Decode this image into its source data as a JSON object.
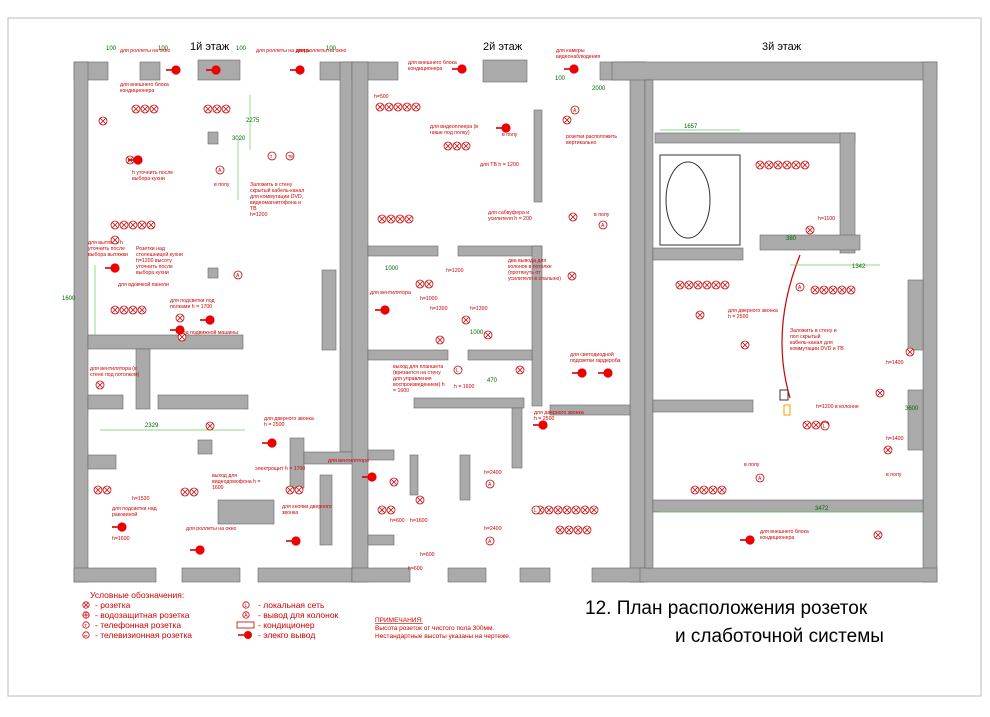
{
  "floors": {
    "f1": "1й этаж",
    "f2": "2й этаж",
    "f3": "3й этаж"
  },
  "title": {
    "line1": "12. План расположения розеток",
    "line2": "и слаботочной системы"
  },
  "legend": {
    "heading": "Условные обозначения:",
    "items": [
      {
        "key": "socket",
        "text": "- розетка"
      },
      {
        "key": "waterproof",
        "text": "- водозащитная розетка"
      },
      {
        "key": "phone",
        "text": "- телефонная розетка"
      },
      {
        "key": "tv",
        "text": "- телевизионная розетка"
      },
      {
        "key": "lan",
        "text": "- локальная сеть"
      },
      {
        "key": "speaker",
        "text": "- вывод для колонок"
      },
      {
        "key": "ac",
        "text": "- кондиционер"
      },
      {
        "key": "power",
        "text": "- элекго вывод"
      }
    ]
  },
  "notes": {
    "heading": "ПРИМЕЧАНИЯ:",
    "line1": "Высота розеток от чистого пола 300мм.",
    "line2": "Нестандартные высоты указаны на чертеже."
  },
  "labels": [
    "для роллеты на окно",
    "для роллеты на дверь",
    "для роллеты на окно",
    "для внешнего блока кондиционера",
    "для внешнего блока кондиционера",
    "для камеры видеонаблюдения",
    "h уточнить после выбора кухни",
    "в полу",
    "Заложить в стену скрытый кабель-канал для коммутации DVD, видеомагнитофона и ТВ",
    "h=1200",
    "для вытяжки h уточнить после выбора вытяжки",
    "Розетки над столешницей кухни h=1200 высоту уточнить после выбора кухни",
    "для вдовчкой панели",
    "для подсветки под полками h = 1700",
    "под подвижной машины",
    "для вентилятора (в стене под потолком)",
    "для дверного звонка h = 2500",
    "выход для видеодомофона h = 1600",
    "электрощит h = 1700",
    "для кнопки дверного звонка",
    "для подсветки над раковиной",
    "h=1600",
    "для роллеты на окно",
    "h=1530",
    "h=500",
    "для видеоплеера (в нише под полку)",
    "в полу",
    "розетки расположить вертикально",
    "для ТВ h = 1200",
    "для сабвуфера и усилителя h = 200",
    "в полу",
    "h=1200",
    "h=1000",
    "для вентилятора",
    "h=1300",
    "h=1300",
    "два вывода для колонок в потолке (протянуть от усилителя в спальню)",
    "выход для планшета (врезается на стену для управления воспроизведением) h = 1600",
    "h = 1600",
    "для светодиодной подсветки гардероба",
    "для дверного звонка h = 2500",
    "для вентилятора",
    "h=2400",
    "h=600",
    "h=1600",
    "h=600",
    "h=2400",
    "h=600",
    "h=1100",
    "в полу",
    "для дверного звонка h = 2500",
    "Заложить в стену и пол скрытый кабель-канал для коммутации DVD и ТВ",
    "h=1400",
    "h=1200 в колонне",
    "h=1400",
    "в полу",
    "для внешнего блока кондиционера"
  ],
  "dims": [
    "100",
    "100",
    "100",
    "100",
    "100",
    "2000",
    "2275",
    "3020",
    "1600",
    "2329",
    "3472",
    "1657",
    "1342",
    "380",
    "1000",
    "1000",
    "470",
    "3600"
  ],
  "icon_names": [
    "socket-icon",
    "waterproof-socket-icon",
    "phone-socket-icon",
    "tv-socket-icon",
    "lan-icon",
    "speaker-icon",
    "ac-icon",
    "power-outlet-icon"
  ]
}
